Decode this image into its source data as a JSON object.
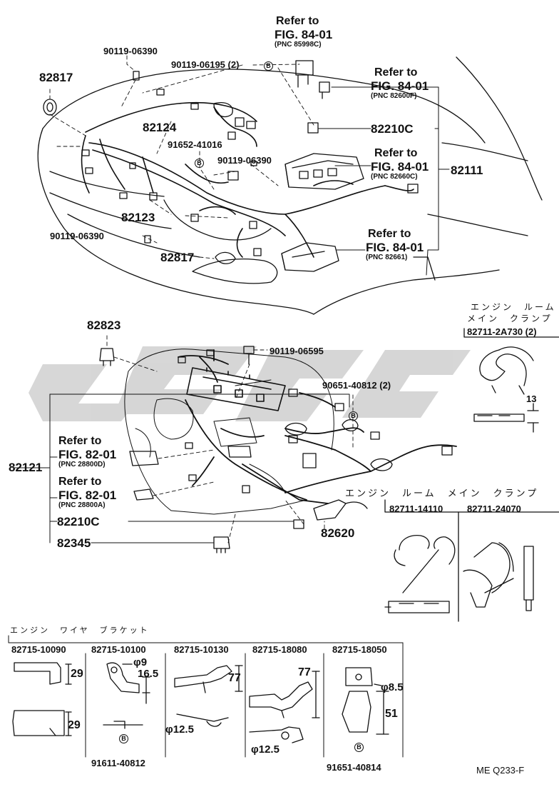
{
  "figure_code": "ME Q233-F",
  "bolt_marker": "B",
  "top_section": {
    "part_labels": [
      "82817",
      "90119-06390",
      "90119-06195 (2)",
      "82124",
      "91652-41016",
      "90119-06390",
      "82123",
      "90119-06390",
      "82817",
      "82210C",
      "82111"
    ],
    "references": [
      {
        "title": "Refer to",
        "fig": "FIG. 84-01",
        "pnc": "(PNC 85998C)"
      },
      {
        "title": "Refer to",
        "fig": "FIG. 84-01",
        "pnc": "(PNC 82600F)"
      },
      {
        "title": "Refer to",
        "fig": "FIG. 84-01",
        "pnc": "(PNC 82660C)"
      },
      {
        "title": "Refer to",
        "fig": "FIG. 84-01",
        "pnc": "(PNC 82661)"
      }
    ]
  },
  "clamp_box": {
    "title_line1": "エンジン　ルーム",
    "title_line2": "メイン　クランプ",
    "part": "82711-2A730 (2)",
    "dimension": "13"
  },
  "middle_section": {
    "part_labels": [
      "82823",
      "90119-06595",
      "90651-40812 (2)",
      "82121",
      "82210C",
      "82345",
      "82620"
    ],
    "references": [
      {
        "title": "Refer to",
        "fig": "FIG. 82-01",
        "pnc": "(PNC 28800D)"
      },
      {
        "title": "Refer to",
        "fig": "FIG. 82-01",
        "pnc": "(PNC 28800A)"
      }
    ]
  },
  "clamp_box2": {
    "title": "エンジン　ルーム　メイン　クランプ",
    "parts": [
      "82711-14110",
      "82711-24070"
    ]
  },
  "bracket_table": {
    "title": "エンジン　ワイヤ　ブラケット",
    "columns": [
      {
        "part": "82715-10090",
        "dims": [
          "29",
          "29"
        ]
      },
      {
        "part": "82715-10100",
        "dims": [
          "φ9",
          "16.5"
        ],
        "bolt": "91611-40812"
      },
      {
        "part": "82715-10130",
        "dims": [
          "77",
          "φ12.5"
        ]
      },
      {
        "part": "82715-18080",
        "dims": [
          "77",
          "φ12.5"
        ]
      },
      {
        "part": "82715-18050",
        "dims": [
          "φ8.5",
          "51"
        ],
        "bolt": "91651-40814"
      }
    ]
  }
}
